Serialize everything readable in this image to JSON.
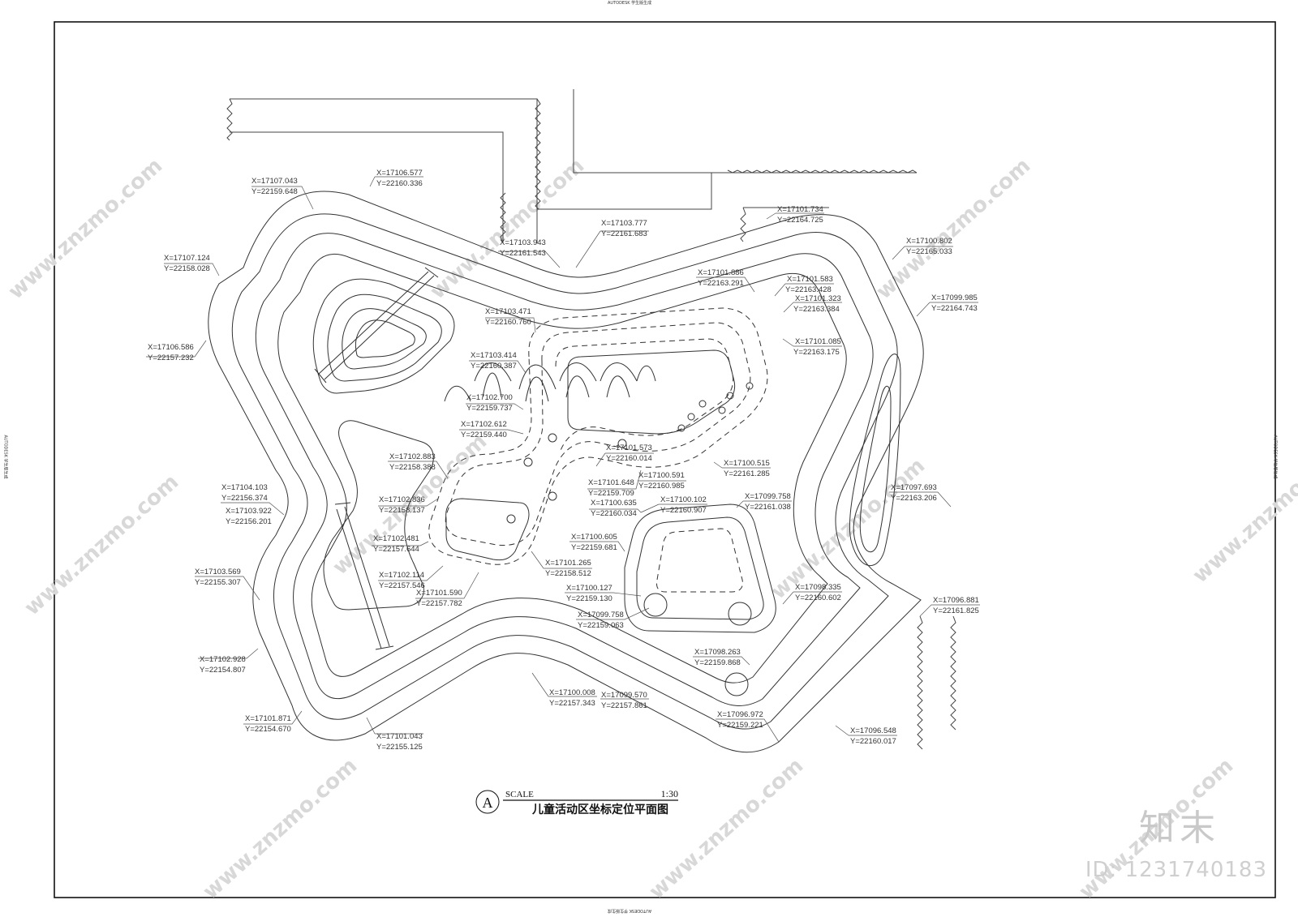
{
  "edge_credit": "AUTODESK 学生版生成",
  "title_block": {
    "symbol": "A",
    "scale_label": "SCALE",
    "scale_value": "1:30",
    "title": "儿童活动区坐标定位平面图"
  },
  "watermark": {
    "site": "www.znzmo.com",
    "brand": "知末",
    "image_id": "ID: 1231740183"
  },
  "coordinates": [
    {
      "x": "X=17107.043",
      "y": "Y=22159.648"
    },
    {
      "x": "X=17106.577",
      "y": "Y=22160.336"
    },
    {
      "x": "X=17107.124",
      "y": "Y=22158.028"
    },
    {
      "x": "X=17106.586",
      "y": "Y=22157.232"
    },
    {
      "x": "X=17104.103",
      "y": "Y=22156.374"
    },
    {
      "x": "X=17103.922",
      "y": "Y=22156.201"
    },
    {
      "x": "X=17103.569",
      "y": "Y=22155.307"
    },
    {
      "x": "X=17102.928",
      "y": "Y=22154.807"
    },
    {
      "x": "X=17101.871",
      "y": "Y=22154.670"
    },
    {
      "x": "X=17101.043",
      "y": "Y=22155.125"
    },
    {
      "x": "X=17103.943",
      "y": "Y=22161.543"
    },
    {
      "x": "X=17103.777",
      "y": "Y=22161.683"
    },
    {
      "x": "X=17103.471",
      "y": "Y=22160.760"
    },
    {
      "x": "X=17103.414",
      "y": "Y=22160.387"
    },
    {
      "x": "X=17102.700",
      "y": "Y=22159.737"
    },
    {
      "x": "X=17102.612",
      "y": "Y=22159.440"
    },
    {
      "x": "X=17102.883",
      "y": "Y=22158.388"
    },
    {
      "x": "X=17102.836",
      "y": "Y=22158.137"
    },
    {
      "x": "X=17102.481",
      "y": "Y=22157.644"
    },
    {
      "x": "X=17102.114",
      "y": "Y=22157.546"
    },
    {
      "x": "X=17101.590",
      "y": "Y=22157.782"
    },
    {
      "x": "X=17101.265",
      "y": "Y=22158.512"
    },
    {
      "x": "X=17101.573",
      "y": "Y=22160.014"
    },
    {
      "x": "X=17101.648",
      "y": "Y=22159.709"
    },
    {
      "x": "X=17100.591",
      "y": "Y=22160.985"
    },
    {
      "x": "X=17100.635",
      "y": "Y=22160.034"
    },
    {
      "x": "X=17100.102",
      "y": "Y=22160.907"
    },
    {
      "x": "X=17100.605",
      "y": "Y=22159.681"
    },
    {
      "x": "X=17100.127",
      "y": "Y=22159.130"
    },
    {
      "x": "X=17099.758",
      "y": "Y=22159.063"
    },
    {
      "x": "X=17100.008",
      "y": "Y=22157.343"
    },
    {
      "x": "X=17099.570",
      "y": "Y=22157.861"
    },
    {
      "x": "X=17101.734",
      "y": "Y=22164.725"
    },
    {
      "x": "X=17101.886",
      "y": "Y=22163.291"
    },
    {
      "x": "X=17101.583",
      "y": "Y=22163.428"
    },
    {
      "x": "X=17101.323",
      "y": "Y=22163.384"
    },
    {
      "x": "X=17101.085",
      "y": "Y=22163.175"
    },
    {
      "x": "X=17100.515",
      "y": "Y=22161.285"
    },
    {
      "x": "X=17099.758",
      "y": "Y=22161.038"
    },
    {
      "x": "X=17100.802",
      "y": "Y=22165.033"
    },
    {
      "x": "X=17099.985",
      "y": "Y=22164.743"
    },
    {
      "x": "X=17097.693",
      "y": "Y=22163.206"
    },
    {
      "x": "X=17098.335",
      "y": "Y=22160.602"
    },
    {
      "x": "X=17096.881",
      "y": "Y=22161.825"
    },
    {
      "x": "X=17098.263",
      "y": "Y=22159.868"
    },
    {
      "x": "X=17096.972",
      "y": "Y=22159.221"
    },
    {
      "x": "X=17096.548",
      "y": "Y=22160.017"
    }
  ]
}
